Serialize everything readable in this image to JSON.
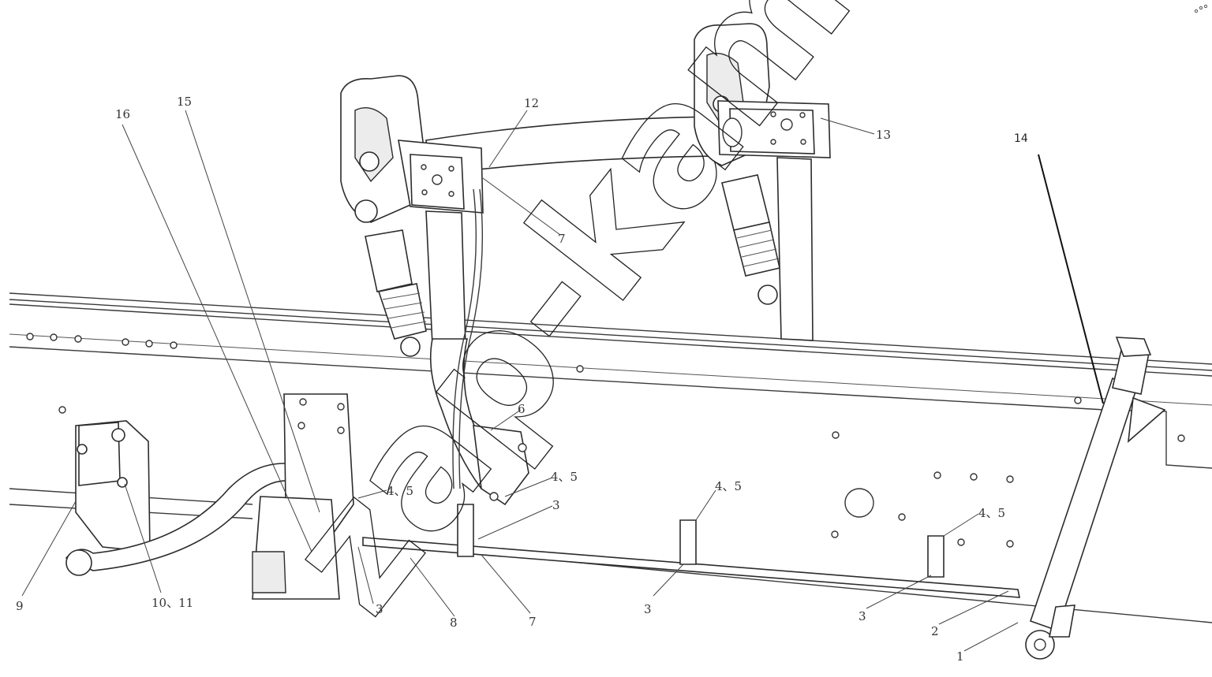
{
  "diagram": {
    "callouts": [
      {
        "id": "c16",
        "text": "16"
      },
      {
        "id": "c15",
        "text": "15"
      },
      {
        "id": "c12",
        "text": "12"
      },
      {
        "id": "c13",
        "text": "13"
      },
      {
        "id": "c14",
        "text": "14"
      },
      {
        "id": "c7a",
        "text": "7"
      },
      {
        "id": "c6",
        "text": "6"
      },
      {
        "id": "c45a",
        "text": "4、5"
      },
      {
        "id": "c45b",
        "text": "4、5"
      },
      {
        "id": "c45c",
        "text": "4、5"
      },
      {
        "id": "c45d",
        "text": "4、5"
      },
      {
        "id": "c3a",
        "text": "3"
      },
      {
        "id": "c3b",
        "text": "3"
      },
      {
        "id": "c3c",
        "text": "3"
      },
      {
        "id": "c3d",
        "text": "3"
      },
      {
        "id": "c8",
        "text": "8"
      },
      {
        "id": "c7b",
        "text": "7"
      },
      {
        "id": "c2",
        "text": "2"
      },
      {
        "id": "c1",
        "text": "1"
      },
      {
        "id": "c9",
        "text": "9"
      },
      {
        "id": "c1011",
        "text": "10、11"
      }
    ],
    "watermark": "zap-kam.ru"
  }
}
